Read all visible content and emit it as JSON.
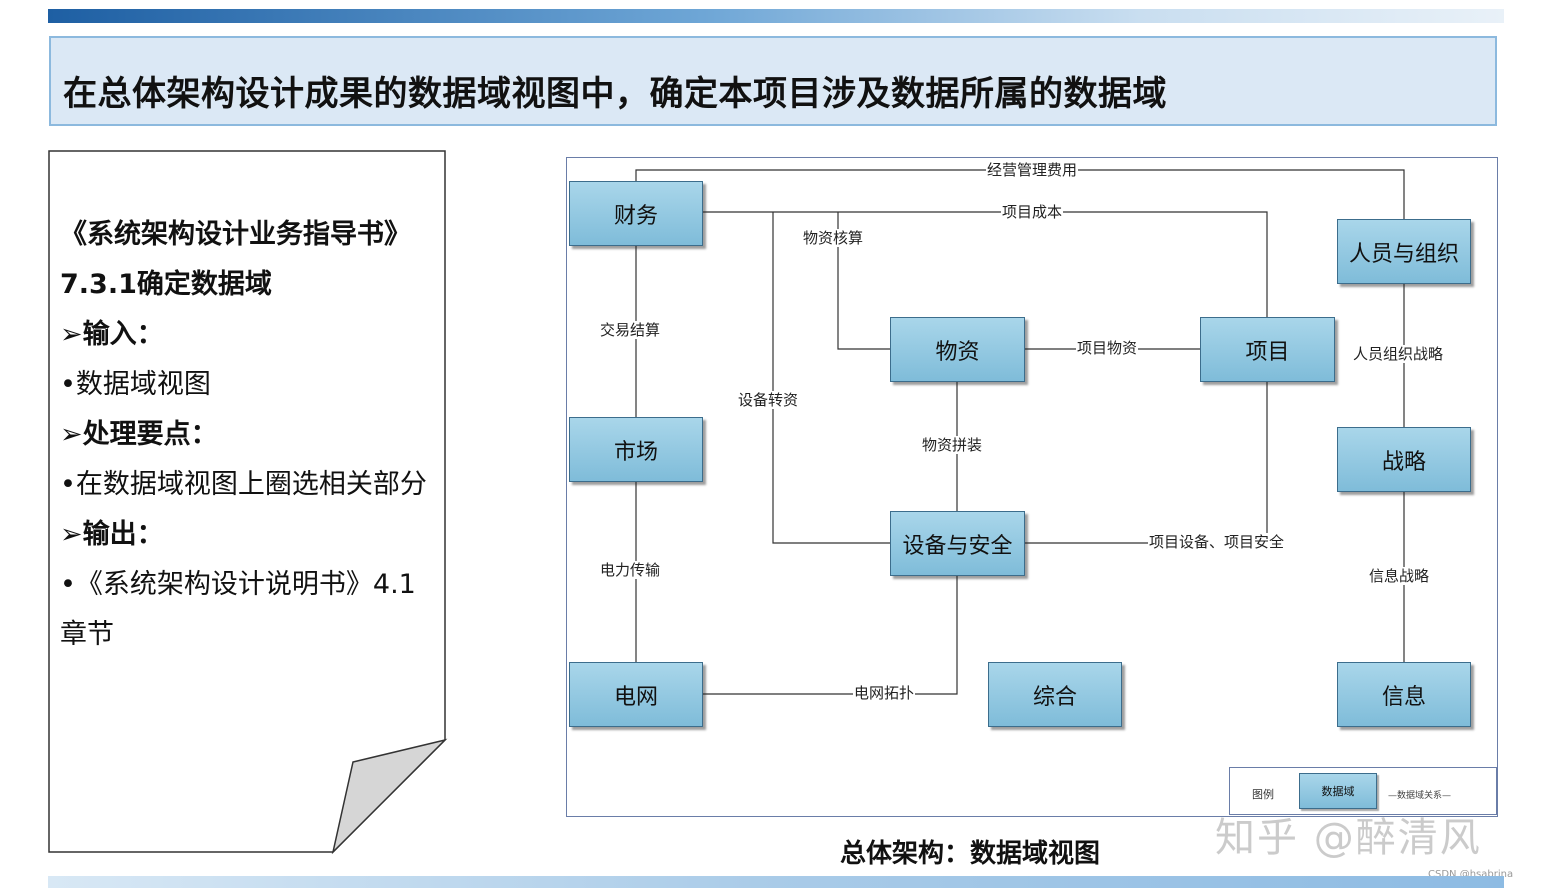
{
  "slide": {
    "title": "在总体架构设计成果的数据域视图中，确定本项目涉及数据所属的数据域",
    "caption": "总体架构：数据域视图",
    "watermark": "知乎 @醉清风",
    "credit": "CSDN @hsabrina"
  },
  "document": {
    "lines": [
      "《系统架构设计业务指导书》",
      "7.3.1确定数据域",
      "➢输入：",
      "•数据域视图",
      "➢处理要点：",
      "•在数据域视图上圈选相关部分",
      "➢输出：",
      "•《系统架构设计说明书》4.1",
      "章节"
    ]
  },
  "diagram": {
    "nodes": {
      "finance": "财务",
      "personnel": "人员与组织",
      "materials": "物资",
      "project": "项目",
      "market": "市场",
      "strategy": "战略",
      "equipment": "设备与安全",
      "grid": "电网",
      "general": "综合",
      "information": "信息"
    },
    "edges": {
      "operating_costs": "经营管理费用",
      "project_cost": "项目成本",
      "material_accounting": "物资核算",
      "trade_settlement": "交易结算",
      "project_materials": "项目物资",
      "personnel_strategy": "人员组织战略",
      "equipment_transfer": "设备转资",
      "material_assembly": "物资拼装",
      "project_equipment_safety": "项目设备、项目安全",
      "power_transmission": "电力传输",
      "info_strategy": "信息战略",
      "grid_topology": "电网拓扑"
    },
    "legend": {
      "label": "图例",
      "domain": "数据域",
      "relation": "—数据域关系—"
    }
  },
  "colors": {
    "node_fill_top": "#a9d6ea",
    "node_fill_bottom": "#7fbcd9",
    "title_bg": "#dbe8f5"
  }
}
